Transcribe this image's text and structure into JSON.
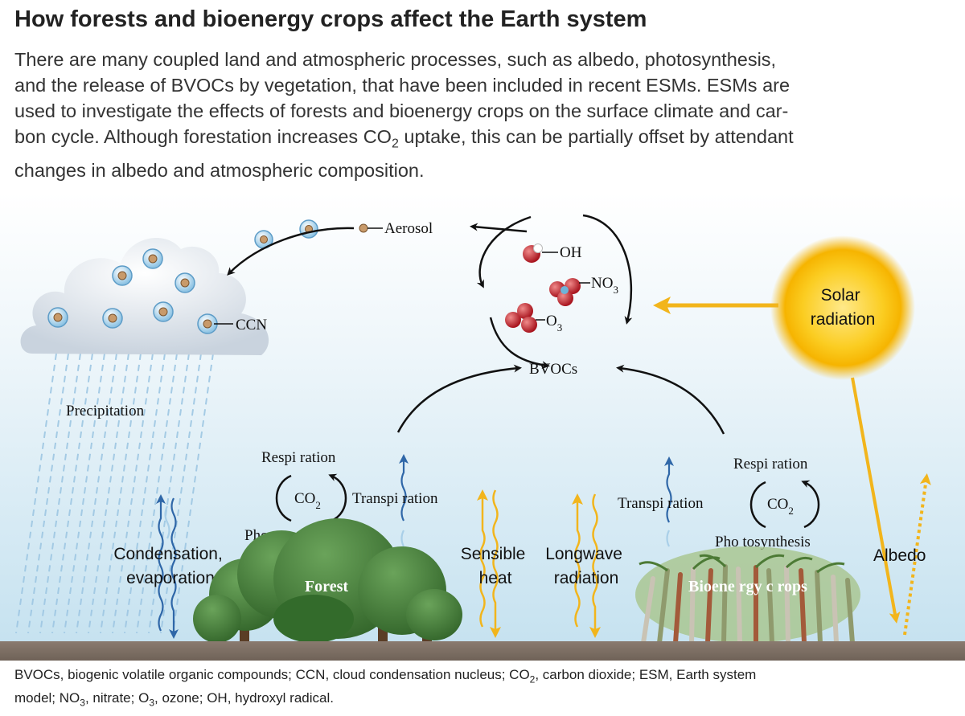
{
  "header": {
    "title": "How forests and bioenergy crops affect the Earth system",
    "intro_lines": [
      "There are many coupled land and atmospheric processes, such as albedo, photosynthesis,",
      "and the release of BVOCs by vegetation, that have been included in recent ESMs. ESMs are",
      "used to investigate the effects of forests and bioenergy crops on the surface climate and car-",
      "bon cycle. Although forestation increases CO",
      "2",
      " uptake, this can be partially offset by attendant",
      "changes in albedo and atmospheric composition."
    ]
  },
  "labels": {
    "aerosol": "Aerosol",
    "ccn": "CCN",
    "oh": "OH",
    "no3": "NO",
    "o3": "O",
    "sub3": "3",
    "sub2": "2",
    "bvocs": "BVOCs",
    "solar": [
      "Solar",
      "radiation"
    ],
    "precipitation": "Precipitation",
    "respiration": "Respi ration",
    "co2": "CO",
    "photosynthesis": "Pho tosynthesis",
    "transpiration": "Transpi ration",
    "condensation": [
      "Condensation,",
      "evaporation"
    ],
    "sensible": [
      "Sensible",
      "heat"
    ],
    "longwave": [
      "Longwave",
      "radiation"
    ],
    "albedo": "Albedo",
    "forest": "Forest",
    "crops": "Bioene rgy c rops"
  },
  "caption_lines": [
    "BVOCs, biogenic volatile organic compounds; CCN, cloud condensation nucleus; CO",
    "2",
    ", carbon dioxide; ESM, Earth system",
    "model; NO",
    "3",
    ", nitrate; O",
    "3",
    ", ozone; OH, hydroxyl radical."
  ],
  "colors": {
    "sky_top": "#ffffff",
    "sky_bottom": "#cfe6f2",
    "ground": "#8a7b70",
    "sun": "#f6b800",
    "arrow_yellow": "#f2b51c",
    "arrow_blue": "#2f67a8",
    "forest_green": "#3d7a35",
    "molecule_red": "#c0202a"
  }
}
